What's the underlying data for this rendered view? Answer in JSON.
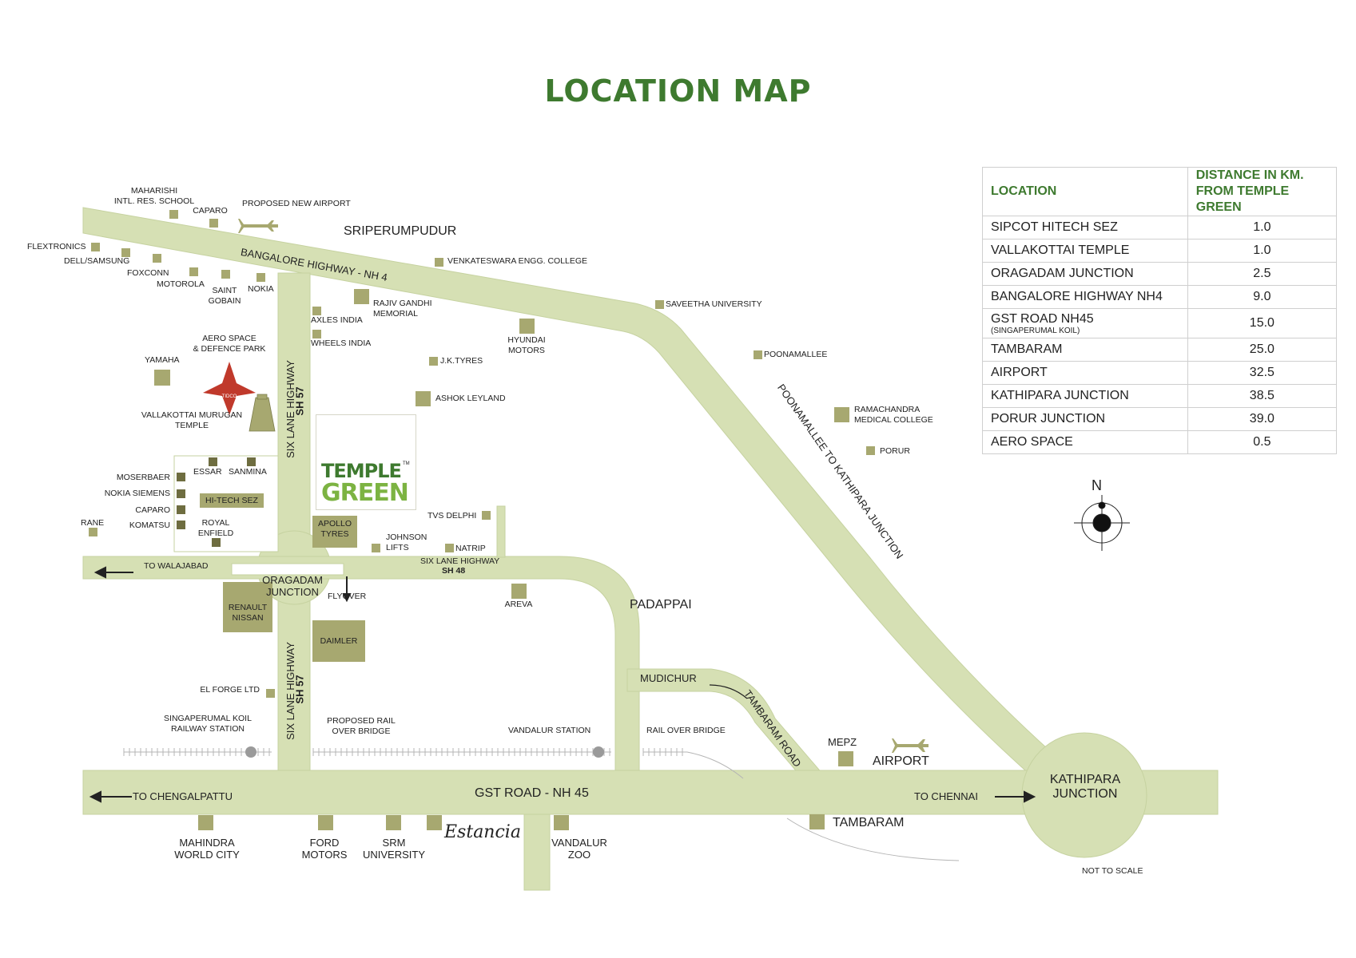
{
  "title": "LOCATION MAP",
  "colors": {
    "road": "#d6e0b4",
    "marker": "#a7a870",
    "marker_dark": "#6e6d40",
    "title_green": "#3e7a2f",
    "logo_green": "#7cb342"
  },
  "icons": [
    "airplane-icon",
    "tidco-logo-icon",
    "temple-gopuram-icon",
    "compass-icon",
    "railway-track-icon",
    "arrow-icon"
  ],
  "road_labels": {
    "bangalore_highway": "BANGALORE HIGHWAY - NH 4",
    "six_lane_top": "SIX LANE HIGHWAY",
    "sh57_top": "SH 57",
    "six_lane_bottom": "SIX LANE HIGHWAY",
    "sh57_bottom": "SH 57",
    "six_lane_sh48": "SIX LANE HIGHWAY",
    "sh48": "SH 48",
    "poonamallee": "POONAMALLEE TO KATHIPARA JUNCTION",
    "tambaram_road": "TAMBARAM ROAD",
    "gst_road": "GST ROAD - NH 45",
    "to_walajabad": "TO WALAJABAD",
    "to_chengalpattu": "TO CHENGALPATTU",
    "to_chennai": "TO CHENNAI"
  },
  "places": {
    "sriperumpudur": "SRIPERUMPUDUR",
    "padappai": "PADAPPAI",
    "mudichur": "MUDICHUR",
    "oragadam": "ORAGADAM\nJUNCTION",
    "flyover": "FLYOVER",
    "kathipara": "KATHIPARA\nJUNCTION",
    "airport": "AIRPORT",
    "mepz": "MEPZ",
    "tambaram": "TAMBARAM",
    "not_to_scale": "NOT TO SCALE",
    "north": "N"
  },
  "labels": {
    "maharishi": "MAHARISHI\nINTL. RES. SCHOOL",
    "caparo_top": "CAPARO",
    "proposed_airport": "PROPOSED NEW AIRPORT",
    "flextronics": "FLEXTRONICS",
    "dell": "DELL/SAMSUNG",
    "foxconn": "FOXCONN",
    "motorola": "MOTOROLA",
    "saint_gobain": "SAINT\nGOBAIN",
    "nokia": "NOKIA",
    "venkateswara": "VENKATESWARA ENGG. COLLEGE",
    "rajiv": "RAJIV GANDHI\nMEMORIAL",
    "axles": "AXLES INDIA",
    "wheels": "WHEELS INDIA",
    "hyundai": "HYUNDAI\nMOTORS",
    "saveetha": "SAVEETHA UNIVERSITY",
    "aero_space": "AERO SPACE\n& DEFENCE PARK",
    "yamaha": "YAMAHA",
    "jk_tyres": "J.K.TYRES",
    "poonamallee_pl": "POONAMALLEE",
    "vallakottai": "VALLAKOTTAI MURUGAN\nTEMPLE",
    "ashok": "ASHOK LEYLAND",
    "ramachandra": "RAMACHANDRA\nMEDICAL COLLEGE",
    "porur": "PORUR",
    "essar": "ESSAR",
    "sanmina": "SANMINA",
    "moserbaer": "MOSERBAER",
    "nokia_siemens": "NOKIA SIEMENS",
    "caparo": "CAPARO",
    "komatsu": "KOMATSU",
    "hitech_sez": "HI-TECH SEZ",
    "rane": "RANE",
    "royal_enfield": "ROYAL\nENFIELD",
    "apollo": "APOLLO\nTYRES",
    "tvs": "TVS DELPHI",
    "johnson": "JOHNSON\nLIFTS",
    "natrip": "NATRIP",
    "areva": "AREVA",
    "renault": "RENAULT\nNISSAN",
    "daimler": "DAIMLER",
    "el_forge": "EL FORGE LTD",
    "singaperumal": "SINGAPERUMAL KOIL\nRAILWAY STATION",
    "proposed_rail": "PROPOSED RAIL\nOVER BRIDGE",
    "vandalur_station": "VANDALUR STATION",
    "rail_over_bridge": "RAIL OVER BRIDGE",
    "mahindra": "MAHINDRA\nWORLD CITY",
    "ford": "FORD\nMOTORS",
    "srm": "SRM\nUNIVERSITY",
    "estancia": "Estancia",
    "vandalur_zoo": "VANDALUR\nZOO"
  },
  "project": {
    "line1": "TEMPLE",
    "line2": "GREEN",
    "tm": "TM"
  },
  "table": {
    "header_location": "LOCATION",
    "header_distance_1": "DISTANCE IN KM.",
    "header_distance_2": "FROM TEMPLE GREEN",
    "rows": [
      {
        "location": "SIPCOT HITECH SEZ",
        "km": "1.0"
      },
      {
        "location": "VALLAKOTTAI TEMPLE",
        "km": "1.0"
      },
      {
        "location": "ORAGADAM JUNCTION",
        "km": "2.5"
      },
      {
        "location": "BANGALORE HIGHWAY NH4",
        "km": "9.0"
      },
      {
        "location": "GST ROAD NH45",
        "sub": "(SINGAPERUMAL KOIL)",
        "km": "15.0"
      },
      {
        "location": "TAMBARAM",
        "km": "25.0"
      },
      {
        "location": "AIRPORT",
        "km": "32.5"
      },
      {
        "location": "KATHIPARA JUNCTION",
        "km": "38.5"
      },
      {
        "location": "PORUR JUNCTION",
        "km": "39.0"
      },
      {
        "location": "AERO SPACE",
        "km": "0.5"
      }
    ]
  }
}
